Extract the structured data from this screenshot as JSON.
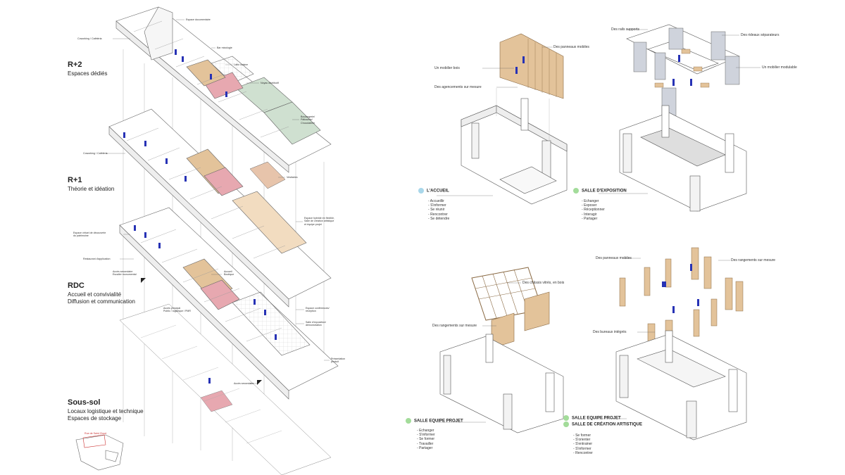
{
  "levels": [
    {
      "title": "R+2",
      "subtitle": [
        "Espaces dédiés"
      ]
    },
    {
      "title": "R+1",
      "subtitle": [
        "Théorie et idéation"
      ]
    },
    {
      "title": "RDC",
      "subtitle": [
        "Accueil et convivialité",
        "Diffusion et communication"
      ]
    },
    {
      "title": "Sous-sol",
      "subtitle": [
        "Locaux logistique et technique",
        "Espaces de stockage"
      ]
    }
  ],
  "axon_labels": {
    "espace_documentaire": "Espace documentaire",
    "coworking_r2": "Coworking / Cafétéria",
    "bar_mixologie": "Bar mixologie",
    "labo_cuisine": "Labo cuisine",
    "noyau": "Noyau distributif",
    "boulangerie": [
      "Boulangerie/",
      "Pâtisserie/",
      "Chocolaterie"
    ],
    "vestiaires": "Vestiaires",
    "coworking_r1": "Coworking / Cafétéria",
    "espace_hybride": [
      "Espace hybride en flexible,",
      "Salle de création artistique",
      "et équipe projet"
    ],
    "espace_virtuel": [
      "Espace virtuel de découverte",
      "du patrimoine"
    ],
    "restaurant": "Restaurant d'application",
    "acces_secondaire_esc": [
      "Accès secondaire",
      "Escalier monumental"
    ],
    "accueil_boutique": [
      "Accueil",
      "Boutique"
    ],
    "acces_principal": [
      "Accès principal",
      "Public / logistique / PMR"
    ],
    "espace_conferences": [
      "Espace conférences/",
      "réception"
    ],
    "salle_degustation": [
      "Salle d'exposition/",
      "démonstration"
    ],
    "presentation": [
      "Présentation",
      "produit"
    ],
    "acces_secondaire": "Accès secondaire",
    "locmap": "Rue de Saint Cloud"
  },
  "panels": [
    {
      "room": [
        "L'ACCUEIL"
      ],
      "dot_color": "#a9d7ea",
      "callouts": [
        "Des panneaux mobiles",
        "Un mobilier bois",
        "Des agencements sur mesure"
      ],
      "activities": [
        "Accueillir",
        "S'informer",
        "Se réunir",
        "Rencontrer",
        "Se détendre"
      ]
    },
    {
      "room": [
        "SALLE D'EXPOSITION"
      ],
      "dot_color": "#a3dc9a",
      "callouts": [
        "Des rails supports",
        "Des rideaux séparateurs",
        "Un mobilier modulable"
      ],
      "activities": [
        "Echanger",
        "Exposer",
        "Réceptionner",
        "Interagir",
        "Partager"
      ]
    },
    {
      "room": [
        "SALLE EQUIPE PROJET"
      ],
      "dot_color": "#a3dc9a",
      "callouts": [
        "Des châssis vitrés, en bois",
        "Des rangements sur mesure"
      ],
      "activities": [
        "Echanger",
        "S'informer",
        "Se former",
        "Travailler",
        "Partager"
      ]
    },
    {
      "room": [
        "SALLE EQUIPE PROJET",
        "SALLE DE CRÉATION ARTISTIQUE"
      ],
      "dot_color": "#a3dc9a",
      "callouts": [
        "Des panneaux mobiles",
        "Des rangements sur mesure",
        "Des bureaux intégrés"
      ],
      "activities": [
        "Se former",
        "S'orienter",
        "S'entrainer",
        "S'informer",
        "Rencontrer"
      ]
    }
  ],
  "colors": {
    "wood": "#e3c39a",
    "pink": "#e7a8b0",
    "figure": "#2732b5",
    "green_tint": "#cfe0d0"
  }
}
